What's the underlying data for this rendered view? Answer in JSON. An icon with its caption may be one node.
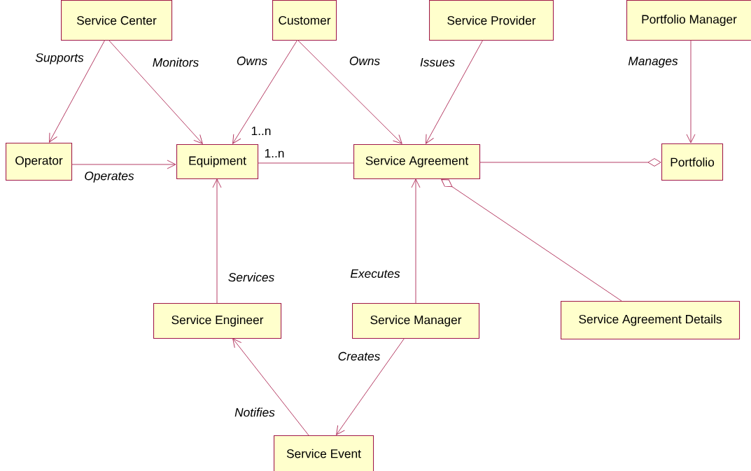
{
  "diagram": {
    "nodes": [
      {
        "text": [
          "Service Center"
        ]
      },
      {
        "text": [
          "Customer"
        ]
      },
      {
        "text": [
          "Service Provider"
        ]
      },
      {
        "text": [
          "Portfolio Manager"
        ]
      },
      {
        "text": [
          "Operator"
        ]
      },
      {
        "text": [
          "Equipment"
        ]
      },
      {
        "text": [
          "Service Agreement"
        ]
      },
      {
        "text": [
          "Portfolio"
        ]
      },
      {
        "text": [
          "Service Engineer"
        ]
      },
      {
        "text": [
          "Service Manager"
        ]
      },
      {
        "text": [
          "Service Agreement Details"
        ]
      },
      {
        "text": [
          "Service Event"
        ]
      }
    ],
    "edges": [
      {
        "from": 0,
        "to": 4,
        "arrow": "to",
        "label": "Supports"
      },
      {
        "from": 0,
        "to": 5,
        "arrow": "to",
        "label": "Monitors"
      },
      {
        "from": 1,
        "to": 5,
        "arrow": "to",
        "label": "Owns"
      },
      {
        "from": 1,
        "to": 6,
        "arrow": "to",
        "label": "Owns"
      },
      {
        "from": 2,
        "to": 6,
        "arrow": "to",
        "label": "Issues"
      },
      {
        "from": 3,
        "to": 7,
        "arrow": "to",
        "label": "Manages"
      },
      {
        "from": 4,
        "to": 5,
        "arrow": "to",
        "label": "Operates"
      },
      {
        "from": 5,
        "to": 6,
        "arrow": "none"
      },
      {
        "from": 6,
        "to": 7,
        "arrow": "other"
      },
      {
        "from": 10,
        "to": 6,
        "arrow": "other"
      },
      {
        "from": 8,
        "to": 5,
        "arrow": "to",
        "label": "Services"
      },
      {
        "from": 9,
        "to": 6,
        "arrow": "to",
        "label": "Executes"
      },
      {
        "from": 9,
        "to": 11,
        "arrow": "to",
        "label": "Creates"
      },
      {
        "from": 11,
        "to": 8,
        "arrow": "to",
        "label": "Notifies"
      }
    ],
    "labels": [
      "1..n",
      "1..n"
    ]
  }
}
